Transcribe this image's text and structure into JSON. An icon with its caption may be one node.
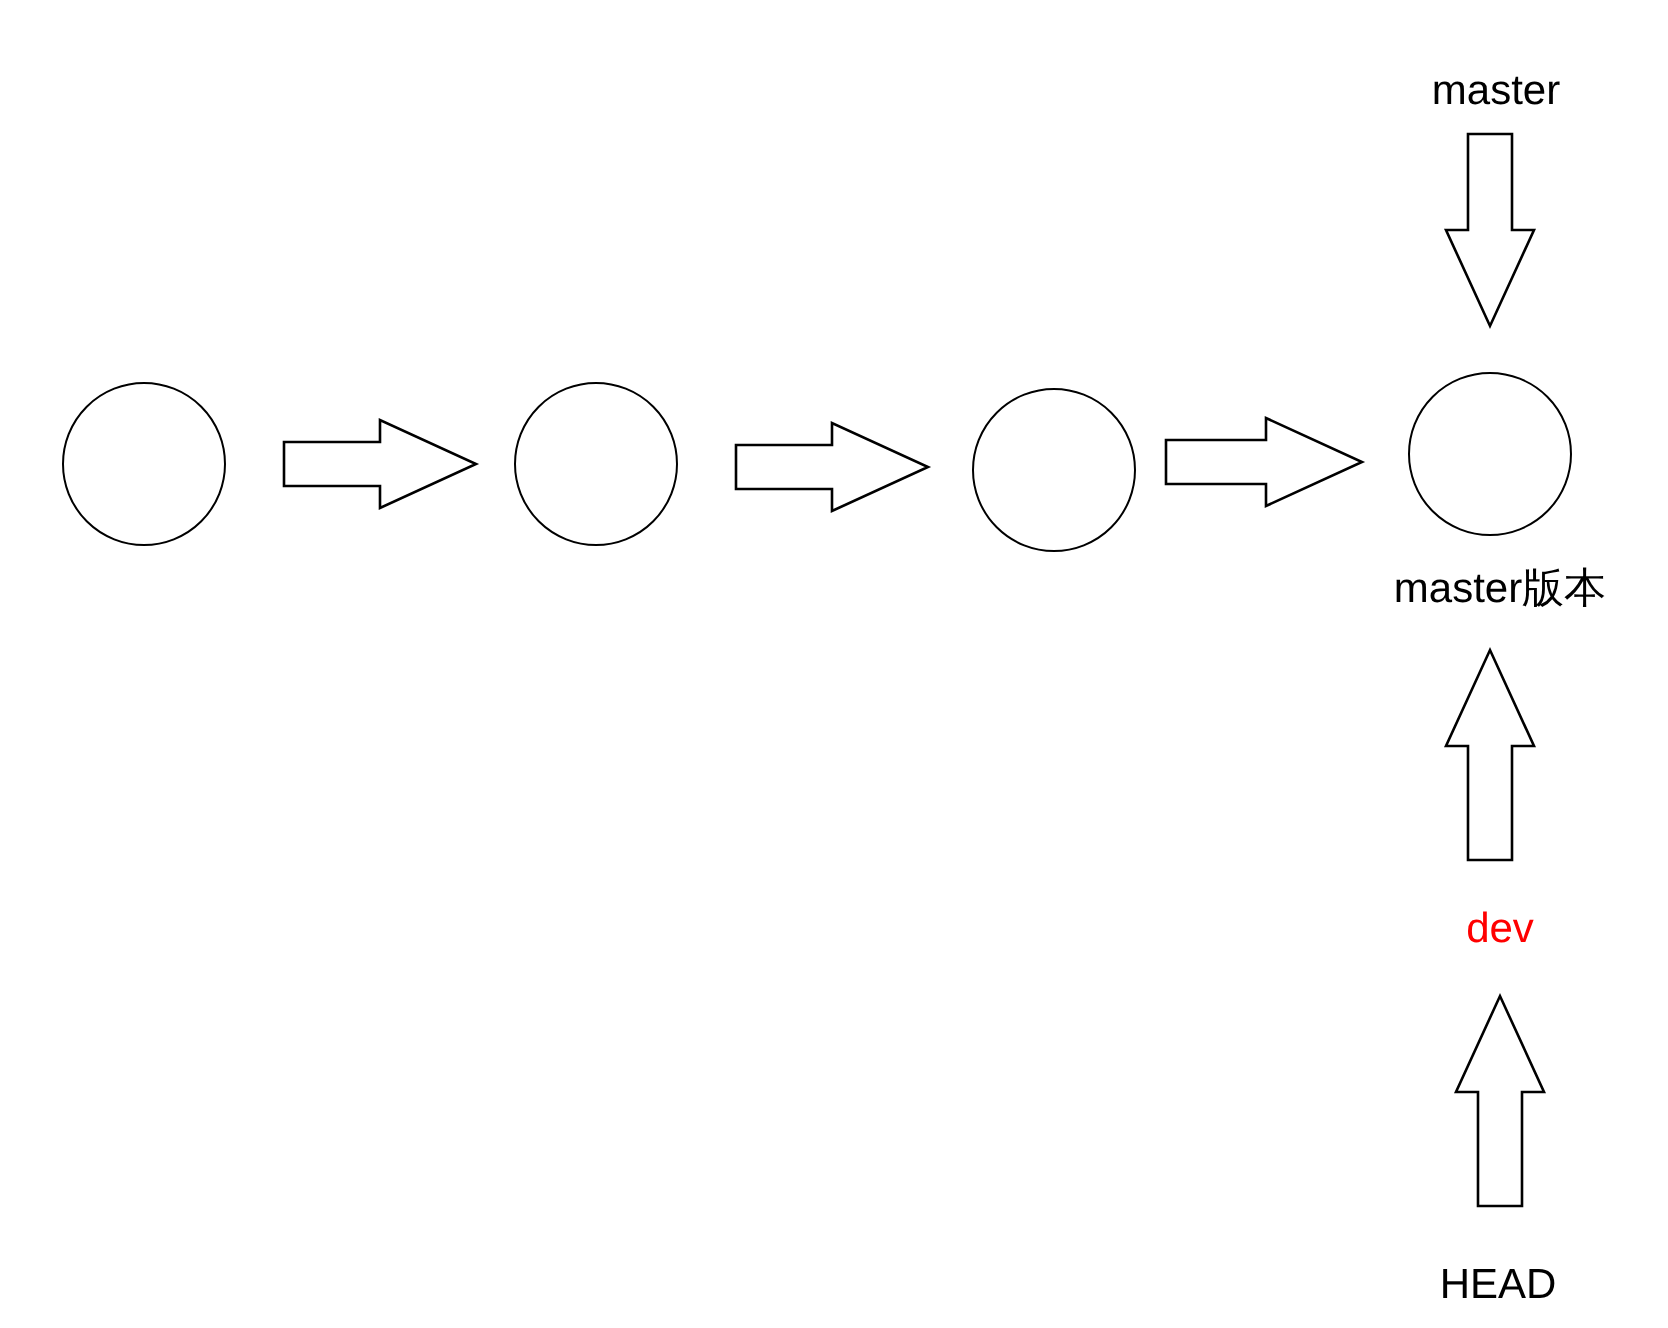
{
  "diagram": {
    "nodes": [
      {
        "text": [],
        "shape": "circle"
      },
      {
        "text": [],
        "shape": "circle"
      },
      {
        "text": [],
        "shape": "circle"
      },
      {
        "text": [],
        "shape": "circle",
        "beside": [
          "master版本"
        ]
      },
      {
        "text": [
          "master"
        ]
      },
      {
        "text": [
          "dev"
        ]
      },
      {
        "text": [
          "HEAD"
        ]
      }
    ],
    "edges": [
      {
        "from": 0,
        "to": 1,
        "arrow": "to"
      },
      {
        "from": 1,
        "to": 2,
        "arrow": "to"
      },
      {
        "from": 2,
        "to": 3,
        "arrow": "to"
      },
      {
        "from": 4,
        "to": 3,
        "arrow": "to"
      },
      {
        "from": 5,
        "to": 3,
        "arrow": "to"
      },
      {
        "from": 6,
        "to": 5,
        "arrow": "to"
      }
    ]
  }
}
